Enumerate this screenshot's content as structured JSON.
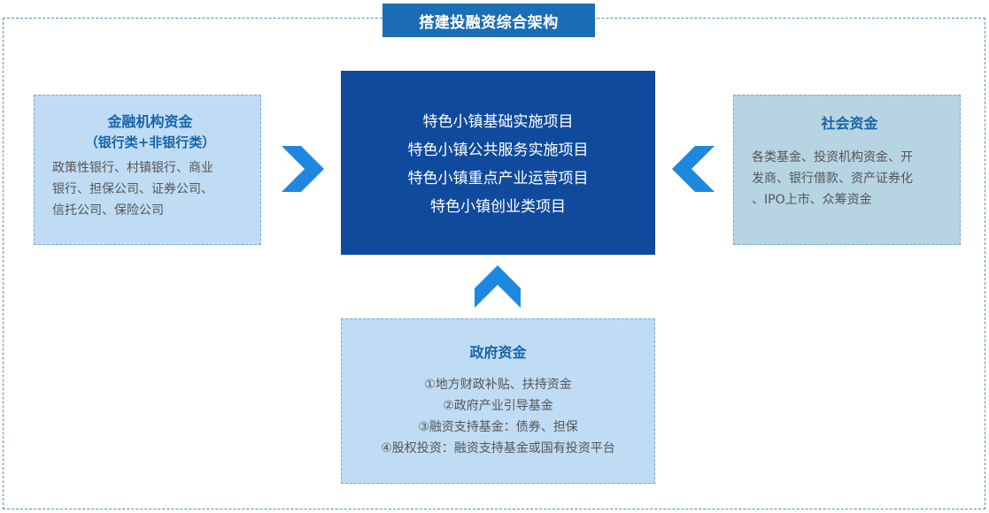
{
  "title": "搭建投融资综合架构",
  "center": {
    "items": [
      "特色小镇基础实施项目",
      "特色小镇公共服务实施项目",
      "特色小镇重点产业运营项目",
      "特色小镇创业类项目"
    ]
  },
  "left": {
    "title": "金融机构资金",
    "subtitle": "（银行类+非银行类）",
    "lines": [
      "政策性银行、村镇银行、商业",
      "银行、担保公司、证券公司、",
      "信托公司、保险公司"
    ]
  },
  "right": {
    "title": "社会资金",
    "lines": [
      "各类基金、投资机构资金、开",
      "发商、银行借款、资产证券化",
      "、IPO上市、众筹资金"
    ]
  },
  "bottom": {
    "title": "政府资金",
    "lines": [
      "①地方财政补贴、扶持资金",
      "②政府产业引导基金",
      "③融资支持基金：债券、担保",
      "④股权投资：融资支持基金或国有投资平台"
    ]
  },
  "colors": {
    "title_tab": "#1b6db5",
    "center_box": "#0f4a9c",
    "arrow": "#1e88e0",
    "panel_light": "#c0dcf5",
    "panel_grey": "#b7d4e3",
    "panel_title": "#1665a8"
  },
  "icons": [
    "chevron-right-icon",
    "chevron-left-icon",
    "chevron-up-icon"
  ]
}
